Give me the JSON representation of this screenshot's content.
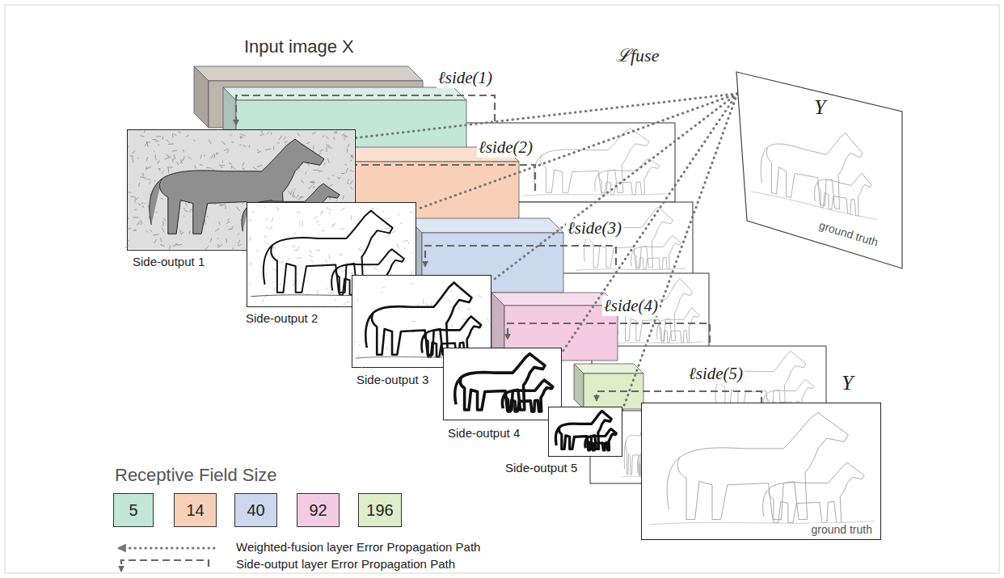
{
  "diagram": {
    "nodes": [
      {
        "text": [
          "Y",
          "ground truth"
        ]
      },
      {
        "text": [
          "Side-output 1"
        ]
      },
      {
        "text": [
          "Side-output 2"
        ]
      },
      {
        "text": [
          "Side-output 3"
        ]
      },
      {
        "text": [
          "Side-output 4"
        ]
      },
      {
        "text": [
          "Side-output 5"
        ]
      },
      {
        "text": [
          "Y",
          "ground truth"
        ]
      }
    ],
    "edges": [
      {
        "from": 0,
        "to": 1,
        "arrow": "none"
      },
      {
        "from": 0,
        "to": 2,
        "arrow": "none"
      },
      {
        "from": 0,
        "to": 3,
        "arrow": "none"
      },
      {
        "from": 0,
        "to": 4,
        "arrow": "none"
      },
      {
        "from": 0,
        "to": 5,
        "arrow": "none"
      }
    ],
    "labels": [
      "Input image X",
      "ℓside(1)",
      "ℒfuse",
      "ℓside(2)",
      "ℓside(3)",
      "ℓside(4)",
      "ℓside(5)",
      "Receptive Field Size"
    ],
    "legend": [
      {
        "text": "5",
        "color": "#c2e6d8"
      },
      {
        "text": "14",
        "color": "#f8d0b8"
      },
      {
        "text": "40",
        "color": "#cbd8ee"
      },
      {
        "text": "92",
        "color": "#f4cbe3"
      },
      {
        "text": "196",
        "color": "#dcedc8"
      },
      {
        "text": "Weighted-fusion layer Error Propagation Path"
      },
      {
        "text": "Side-output layer Error Propagation Path"
      }
    ]
  }
}
